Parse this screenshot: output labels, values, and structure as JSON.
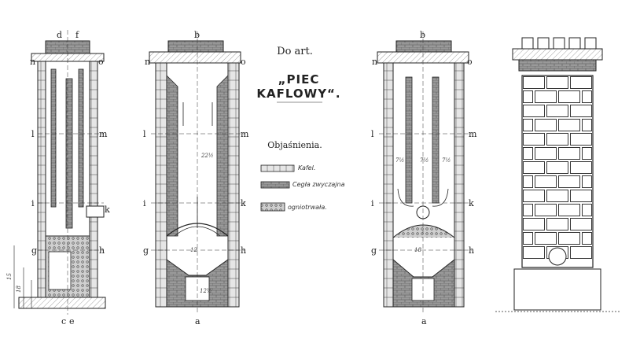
{
  "titles": {
    "ref": "Do art.",
    "main": "„PIEC KAFLOWY“.",
    "legend_heading": "Objaśnienia."
  },
  "legend": [
    {
      "label": "Kafel.",
      "pattern": "tile"
    },
    {
      "label": "Cegła zwyczajna",
      "pattern": "brick"
    },
    {
      "label": "ogniotrwała.",
      "pattern": "firebrick"
    }
  ],
  "labels": {
    "a": "a",
    "b": "b",
    "c": "c",
    "d": "d",
    "e": "e",
    "f": "f",
    "g": "g",
    "h": "h",
    "i": "i",
    "k": "k",
    "l": "l",
    "m": "m",
    "n": "n",
    "o": "o"
  },
  "dims": {
    "d1": "22½",
    "d2": "12½",
    "d3": "7½",
    "d4": "7½",
    "d5": "7½",
    "d6": "18",
    "d7": "12",
    "d8": "15",
    "d9": "18"
  },
  "colors": {
    "ink": "#1e1e1e",
    "fill_dark": "#8a8a8a",
    "paper": "#ffffff"
  }
}
